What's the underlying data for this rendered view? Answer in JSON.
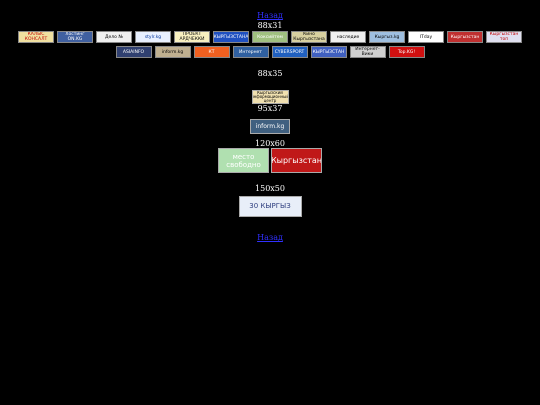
{
  "nav": {
    "top_link": "Назад",
    "bottom_link": "Назад"
  },
  "sections": {
    "s88x31": "88x31",
    "s88x35": "88x35",
    "s95x37": "95x37",
    "s120x60": "120x60",
    "s150x50": "150x50"
  },
  "banners_row1": [
    {
      "text": "КАЛЫС КОНСАЛТ",
      "bg": "#f0e0a0",
      "fg": "#c00000"
    },
    {
      "text": "Хостинг ON.KG",
      "bg": "#4060a0",
      "fg": "#ffffff"
    },
    {
      "text": "Дело №",
      "bg": "#f0f0f0",
      "fg": "#000000"
    },
    {
      "text": "stylr.kg",
      "bg": "#e8f0ff",
      "fg": "#003399"
    },
    {
      "text": "ПРОЕКТ АРДЧЕККИ",
      "bg": "#f8f0c0",
      "fg": "#000000"
    },
    {
      "text": "КЫРГЫЗСТАНА",
      "bg": "#2050c0",
      "fg": "#ffffff"
    },
    {
      "text": "Коксийтем",
      "bg": "#a0c080",
      "fg": "#ffffff"
    },
    {
      "text": "Кино Кыргызстана",
      "bg": "#d8d0a0",
      "fg": "#000000"
    },
    {
      "text": "наследие",
      "bg": "#f0f0f0",
      "fg": "#000000"
    },
    {
      "text": "Кыргыз.kg",
      "bg": "#9fbfe0",
      "fg": "#000000"
    },
    {
      "text": "ITday",
      "bg": "#ffffff",
      "fg": "#000000"
    },
    {
      "text": "Кыргызстан",
      "bg": "#c03030",
      "fg": "#ffffff"
    },
    {
      "text": "Кыргызстан топ",
      "bg": "#e0e0f0",
      "fg": "#c00000"
    }
  ],
  "banners_row2": [
    {
      "text": "ASIAINFO",
      "bg": "#304070",
      "fg": "#ffffff"
    },
    {
      "text": "inform.kg",
      "bg": "#c0b090",
      "fg": "#000000"
    },
    {
      "text": "КТ",
      "bg": "#f06020",
      "fg": "#ffffff"
    },
    {
      "text": "Интернет",
      "bg": "#3060a0",
      "fg": "#ffffff"
    },
    {
      "text": "CYBERSPORT",
      "bg": "#2060c0",
      "fg": "#ffffff"
    },
    {
      "text": "КЫРГЫЗСТАН",
      "bg": "#4060c0",
      "fg": "#ffffff"
    },
    {
      "text": "Интернет-Вики",
      "bg": "#d0d0d0",
      "fg": "#000000"
    },
    {
      "text": "Top.KG!",
      "bg": "#d01010",
      "fg": "#ffffff"
    }
  ],
  "banner_88x35": {
    "text": "Кыргызский информационный центр",
    "bg": "#f0e0b0",
    "fg": "#000000"
  },
  "banner_95x37": {
    "text": "inform.kg",
    "bg": "#406080",
    "fg": "#ffffff"
  },
  "banner_120x60": [
    {
      "text": "место свободно",
      "bg": "#b0e0b0",
      "fg": "#ffffff"
    },
    {
      "text": "Кыргызстан",
      "bg": "#c01818",
      "fg": "#ffffff"
    }
  ],
  "banner_150x50": {
    "text": "30 КЫРГЫЗ",
    "bg": "#e8eef8",
    "fg": "#304080"
  }
}
